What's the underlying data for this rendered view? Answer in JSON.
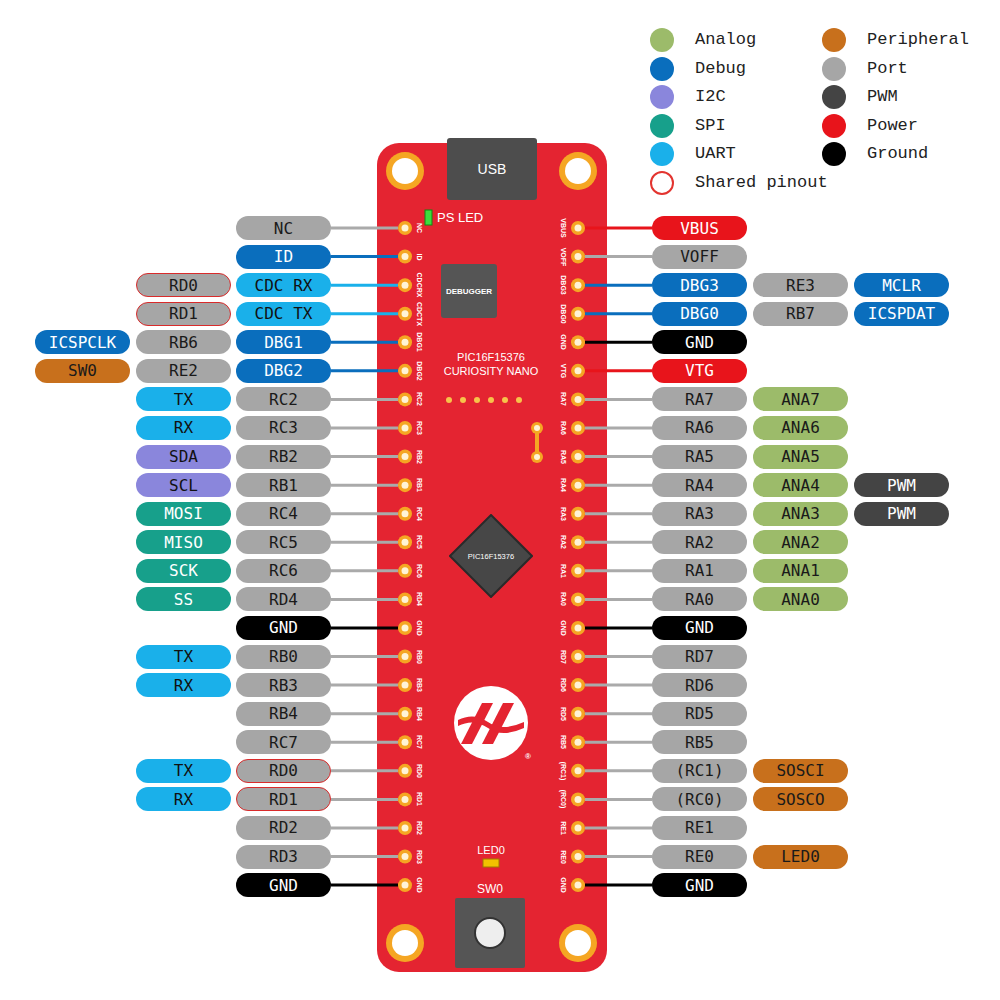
{
  "diagram": {
    "nodes": [
      {
        "text": [
          "PS LED",
          "PIC16F15376 CURIOSITY NANO",
          "LED0",
          "SW0"
        ]
      },
      {
        "text": [
          "USB"
        ],
        "in": 0
      },
      {
        "text": [
          "DEBUGGER"
        ],
        "in": 0
      },
      {
        "text": [
          "PIC16F15376"
        ],
        "in": 0
      },
      {
        "text": [
          "NC"
        ]
      },
      {
        "text": [
          "VBUS"
        ]
      },
      {
        "text": [
          "ID"
        ]
      },
      {
        "text": [
          "VOFF"
        ]
      },
      {
        "text": [
          "RD0"
        ]
      },
      {
        "text": [
          "CDC RX"
        ]
      },
      {
        "text": [
          "DBG3"
        ]
      },
      {
        "text": [
          "RE3"
        ]
      },
      {
        "text": [
          "MCLR"
        ]
      },
      {
        "text": [
          "RD1"
        ]
      },
      {
        "text": [
          "CDC TX"
        ]
      },
      {
        "text": [
          "DBG0"
        ]
      },
      {
        "text": [
          "RB7"
        ]
      },
      {
        "text": [
          "ICSPDAT"
        ]
      },
      {
        "text": [
          "ICSPCLK"
        ]
      },
      {
        "text": [
          "RB6"
        ]
      },
      {
        "text": [
          "DBG1"
        ]
      },
      {
        "text": [
          "GND"
        ]
      },
      {
        "text": [
          "SW0"
        ]
      },
      {
        "text": [
          "RE2"
        ]
      },
      {
        "text": [
          "DBG2"
        ]
      },
      {
        "text": [
          "VTG"
        ]
      },
      {
        "text": [
          "TX"
        ]
      },
      {
        "text": [
          "RC2"
        ]
      },
      {
        "text": [
          "RA7"
        ]
      },
      {
        "text": [
          "ANA7"
        ]
      },
      {
        "text": [
          "RX"
        ]
      },
      {
        "text": [
          "RC3"
        ]
      },
      {
        "text": [
          "RA6"
        ]
      },
      {
        "text": [
          "ANA6"
        ]
      },
      {
        "text": [
          "SDA"
        ]
      },
      {
        "text": [
          "RB2"
        ]
      },
      {
        "text": [
          "RA5"
        ]
      },
      {
        "text": [
          "ANA5"
        ]
      },
      {
        "text": [
          "SCL"
        ]
      },
      {
        "text": [
          "RB1"
        ]
      },
      {
        "text": [
          "RA4"
        ]
      },
      {
        "text": [
          "ANA4"
        ]
      },
      {
        "text": [
          "PWM"
        ]
      },
      {
        "text": [
          "MOSI"
        ]
      },
      {
        "text": [
          "RC4"
        ]
      },
      {
        "text": [
          "RA3"
        ]
      },
      {
        "text": [
          "ANA3"
        ]
      },
      {
        "text": [
          "PWM"
        ]
      },
      {
        "text": [
          "MISO"
        ]
      },
      {
        "text": [
          "RC5"
        ]
      },
      {
        "text": [
          "RA2"
        ]
      },
      {
        "text": [
          "ANA2"
        ]
      },
      {
        "text": [
          "SCK"
        ]
      },
      {
        "text": [
          "RC6"
        ]
      },
      {
        "text": [
          "RA1"
        ]
      },
      {
        "text": [
          "ANA1"
        ]
      },
      {
        "text": [
          "SS"
        ]
      },
      {
        "text": [
          "RD4"
        ]
      },
      {
        "text": [
          "RA0"
        ]
      },
      {
        "text": [
          "ANA0"
        ]
      },
      {
        "text": [
          "GND"
        ]
      },
      {
        "text": [
          "GND"
        ]
      },
      {
        "text": [
          "TX"
        ]
      },
      {
        "text": [
          "RB0"
        ]
      },
      {
        "text": [
          "RD7"
        ]
      },
      {
        "text": [
          "RX"
        ]
      },
      {
        "text": [
          "RB3"
        ]
      },
      {
        "text": [
          "RD6"
        ]
      },
      {
        "text": [
          "RB4"
        ]
      },
      {
        "text": [
          "RD5"
        ]
      },
      {
        "text": [
          "RC7"
        ]
      },
      {
        "text": [
          "RB5"
        ]
      },
      {
        "text": [
          "TX"
        ]
      },
      {
        "text": [
          "RD0"
        ]
      },
      {
        "text": [
          "(RC1)"
        ]
      },
      {
        "text": [
          "SOSCI"
        ]
      },
      {
        "text": [
          "RX"
        ]
      },
      {
        "text": [
          "RD1"
        ]
      },
      {
        "text": [
          "(RC0)"
        ]
      },
      {
        "text": [
          "SOSCO"
        ]
      },
      {
        "text": [
          "RD2"
        ]
      },
      {
        "text": [
          "RE1"
        ]
      },
      {
        "text": [
          "RD3"
        ]
      },
      {
        "text": [
          "RE0"
        ]
      },
      {
        "text": [
          "LED0"
        ]
      },
      {
        "text": [
          "GND"
        ]
      },
      {
        "text": [
          "GND"
        ]
      }
    ],
    "labels": [
      "NC",
      "ID",
      "CDCRX",
      "CDCTX",
      "DBG1",
      "DBG2",
      "RC2",
      "RC3",
      "RB2",
      "RB1",
      "RC4",
      "RC5",
      "RC6",
      "RD4",
      "GND",
      "RB0",
      "RB3",
      "RB4",
      "RC7",
      "RD0",
      "RD1",
      "RD2",
      "RD3",
      "GND",
      "VBUS",
      "VOFF",
      "DBG3",
      "DBG0",
      "GND",
      "VTG",
      "RA7",
      "RA6",
      "RA5",
      "RA4",
      "RA3",
      "RA2",
      "RA1",
      "RA0",
      "GND",
      "RD7",
      "RD6",
      "RD5",
      "RB5",
      "(RC1)",
      "(RC0)",
      "RE1",
      "RE0",
      "GND",
      "®"
    ],
    "legend": [
      {
        "text": "Analog",
        "color": "#9cbb6a"
      },
      {
        "text": "Debug",
        "color": "#0a6ebd"
      },
      {
        "text": "I2C",
        "color": "#8a86dc"
      },
      {
        "text": "SPI",
        "color": "#17a08b"
      },
      {
        "text": "UART",
        "color": "#1ab0ea"
      },
      {
        "text": "Shared pinout"
      },
      {
        "text": "Peripheral",
        "color": "#c8701c"
      },
      {
        "text": "Port",
        "color": "#a6a6a6"
      },
      {
        "text": "PWM",
        "color": "#444444"
      },
      {
        "text": "Power",
        "color": "#e8141b"
      },
      {
        "text": "Ground",
        "color": "#000000"
      }
    ]
  }
}
